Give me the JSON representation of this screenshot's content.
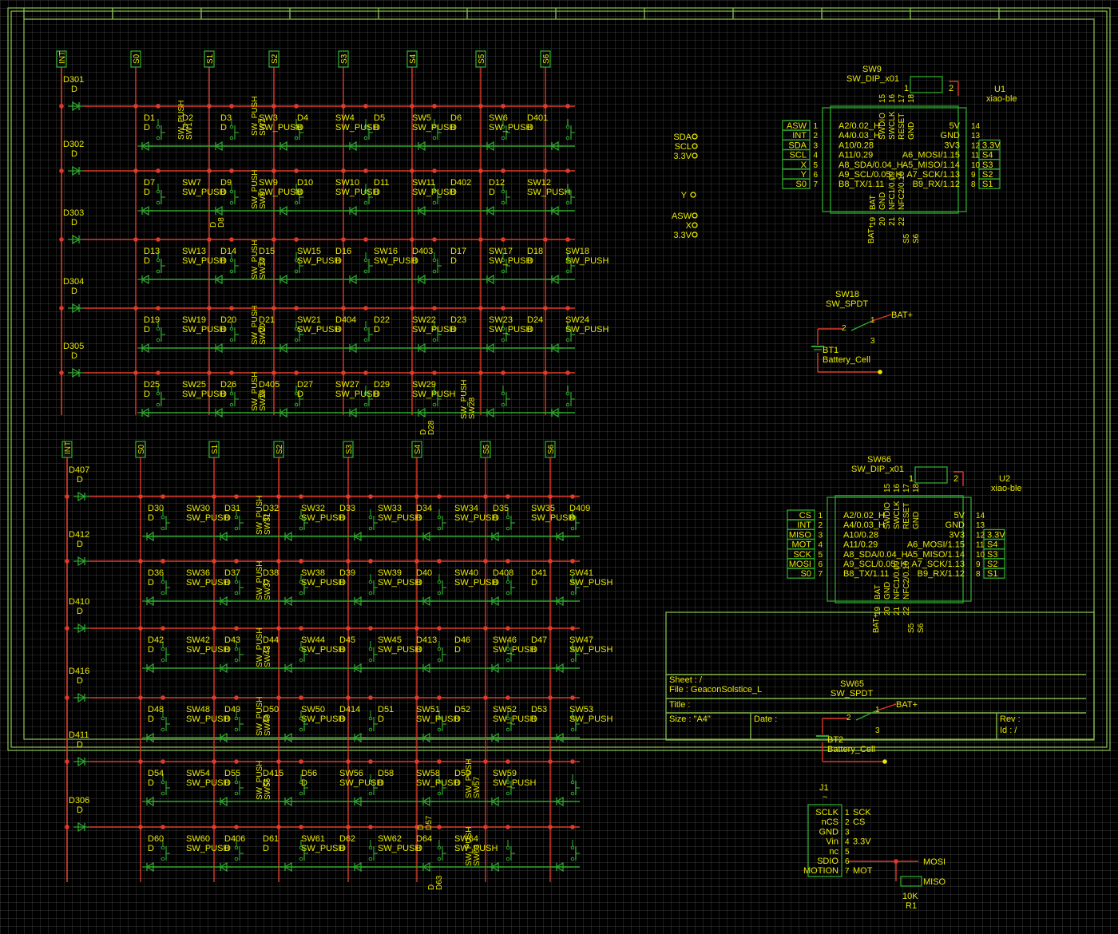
{
  "colors": {
    "background": "#000000",
    "grid": "#3a3a3a",
    "frame": "#84b84a",
    "wire": "#e03a2a",
    "component": "#2fa82f",
    "text": "#e8e800"
  },
  "matrix_top": {
    "row_label": "INT",
    "columns": [
      "S0",
      "S1",
      "S2",
      "S3",
      "S4",
      "S5",
      "S6"
    ],
    "row_diodes": [
      {
        "ref": "D301",
        "val": "D"
      },
      {
        "ref": "D302",
        "val": "D"
      },
      {
        "ref": "D303",
        "val": "D"
      },
      {
        "ref": "D304",
        "val": "D"
      },
      {
        "ref": "D305",
        "val": "D"
      }
    ],
    "cells": [
      [
        "D1 D",
        "D2 D",
        "D3 D",
        "SW3 SW_PUSH",
        "D4 D",
        "SW4 SW_PUSH",
        "D5 D",
        "SW5 SW_PUSH",
        "D6 D",
        "SW6 SW_PUSH",
        "D401 D"
      ],
      [
        "D7 D",
        "SW7 SW_PUSH",
        "D9 D",
        "SW9 SW_PUSH",
        "D10 D",
        "SW10 SW_PUSH",
        "D11 D",
        "SW11 SW_PUSH",
        "D402 D",
        "D12 D",
        "SW12 SW_PUSH"
      ],
      [
        "D13 D",
        "SW13 SW_PUSH",
        "D14 D",
        "D15 D",
        "SW15 SW_PUSH",
        "D16 D",
        "SW16 SW_PUSH",
        "D403 D",
        "D17 D",
        "SW17 SW_PUSH",
        "D18 D",
        "SW18 SW_PUSH"
      ],
      [
        "D19 D",
        "SW19 SW_PUSH",
        "D20 D",
        "D21 D",
        "SW21 SW_PUSH",
        "D404 D",
        "D22 D",
        "SW22 SW_PUSH",
        "D23 D",
        "SW23 SW_PUSH",
        "D24 D",
        "SW24 SW_PUSH"
      ],
      [
        "D25 D",
        "SW25 SW_PUSH",
        "D26 D",
        "D405 D",
        "D27 D",
        "SW27 SW_PUSH",
        "D29 D",
        "SW29 SW_PUSH"
      ]
    ],
    "vertical_labels": [
      "SW1 SW_PUSH",
      "SW2 SW_PUSH",
      "SW8 SW_PUSH",
      "SW14 SW_PUSH",
      "SW20 SW_PUSH",
      "SW26 SW_PUSH",
      "SW28 SW_PUSH",
      "D8 D",
      "D28 D"
    ]
  },
  "matrix_bottom": {
    "row_label": "INT",
    "columns": [
      "S0",
      "S1",
      "S2",
      "S3",
      "S4",
      "S5",
      "S6"
    ],
    "row_diodes": [
      {
        "ref": "D407",
        "val": "D"
      },
      {
        "ref": "D412",
        "val": "D"
      },
      {
        "ref": "D410",
        "val": "D"
      },
      {
        "ref": "D416",
        "val": "D"
      },
      {
        "ref": "D411",
        "val": "D"
      },
      {
        "ref": "D306",
        "val": "D"
      }
    ],
    "cells": [
      [
        "D30 D",
        "SW30 SW_PUSH",
        "D31 D",
        "D32 D",
        "SW32 SW_PUSH",
        "D33 D",
        "SW33 SW_PUSH",
        "D34 D",
        "SW34 SW_PUSH",
        "D35 D",
        "SW35 SW_PUSH",
        "D409 D"
      ],
      [
        "D36 D",
        "SW36 SW_PUSH",
        "D37 D",
        "D38 D",
        "SW38 SW_PUSH",
        "D39 D",
        "SW39 SW_PUSH",
        "D40 D",
        "SW40 SW_PUSH",
        "D408 D",
        "D41 D",
        "SW41 SW_PUSH"
      ],
      [
        "D42 D",
        "SW42 SW_PUSH",
        "D43 D",
        "D44 D",
        "SW44 SW_PUSH",
        "D45 D",
        "SW45 SW_PUSH",
        "D413 D",
        "D46 D",
        "SW46 SW_PUSH",
        "D47 D",
        "SW47 SW_PUSH"
      ],
      [
        "D48 D",
        "SW48 SW_PUSH",
        "D49 D",
        "D50 D",
        "SW50 SW_PUSH",
        "D414 D",
        "D51 D",
        "SW51 SW_PUSH",
        "D52 D",
        "SW52 SW_PUSH",
        "D53 D",
        "SW53 SW_PUSH"
      ],
      [
        "D54 D",
        "SW54 SW_PUSH",
        "D55 D",
        "D415 D",
        "D56 D",
        "SW56 SW_PUSH",
        "D58 D",
        "SW58 SW_PUSH",
        "D59 D",
        "SW59 SW_PUSH"
      ],
      [
        "D60 D",
        "SW60 SW_PUSH",
        "D406 D",
        "D61 D",
        "SW61 SW_PUSH",
        "D62 D",
        "SW62 SW_PUSH",
        "D64 D",
        "SW64 SW_PUSH"
      ]
    ],
    "vertical_labels": [
      "SW31 SW_PUSH",
      "SW37 SW_PUSH",
      "SW43 SW_PUSH",
      "SW49 SW_PUSH",
      "SW55 SW_PUSH",
      "SW57 SW_PUSH",
      "SW63 SW_PUSH",
      "D57 D",
      "D63 D"
    ]
  },
  "net_labels_mid": {
    "group1": [
      "SDA",
      "SCL",
      "3.3V"
    ],
    "y": "Y",
    "group2": [
      "ASW",
      "X",
      "3.3V"
    ]
  },
  "u1": {
    "ref": "U1",
    "value": "xiao-ble",
    "sw_ref": "SW9",
    "sw_val": "SW_DIP_x01",
    "left_nets": [
      "ASW",
      "INT",
      "SDA",
      "SCL",
      "X",
      "Y",
      "S0"
    ],
    "left_pins": [
      "A2/0.02_H",
      "A4/0.03_H",
      "A10/0.28",
      "A11/0.29",
      "A8_SDA/0.04_H",
      "A9_SCL/0.05_H",
      "B8_TX/1.11"
    ],
    "right_pins": [
      "5V",
      "GND",
      "3V3",
      "A6_MOSI/1.15",
      "A5_MISO/1.14",
      "A7_SCK/1.13",
      "B9_RX/1.12"
    ],
    "right_nets": [
      "",
      "",
      "3.3V",
      "S4",
      "S3",
      "S2",
      "S1"
    ],
    "top_pins": [
      "SWDIO",
      "SWCLK",
      "RESET",
      "GND"
    ],
    "bottom_pins": [
      "BAT",
      "GND",
      "NFC1/0.09",
      "NFC2/0.10"
    ],
    "bottom_nets": [
      "BAT+",
      "S5",
      "S6"
    ]
  },
  "u2": {
    "ref": "U2",
    "value": "xiao-ble",
    "sw_ref": "SW66",
    "sw_val": "SW_DIP_x01",
    "left_nets": [
      "CS",
      "INT",
      "MISO",
      "MOT",
      "SCK",
      "MOSI",
      "S0"
    ],
    "left_pins": [
      "A2/0.02_H",
      "A4/0.03_H",
      "A10/0.28",
      "A11/0.29",
      "A8_SDA/0.04_H",
      "A9_SCL/0.05_H",
      "B8_TX/1.11"
    ],
    "right_pins": [
      "5V",
      "GND",
      "3V3",
      "A6_MOSI/1.15",
      "A5_MISO/1.14",
      "A7_SCK/1.13",
      "B9_RX/1.12"
    ],
    "right_nets": [
      "",
      "",
      "3.3V",
      "S4",
      "S3",
      "S2",
      "S1"
    ],
    "top_pins": [
      "SWDIO",
      "SWCLK",
      "RESET",
      "GND"
    ],
    "bottom_pins": [
      "BAT",
      "GND",
      "NFC1/0.09",
      "NFC2/0.10"
    ],
    "bottom_nets": [
      "BAT+",
      "S5",
      "S6"
    ]
  },
  "power1": {
    "sw_ref": "SW18",
    "sw_val": "SW_SPDT",
    "net": "BAT+",
    "bt_ref": "BT1",
    "bt_val": "Battery_Cell"
  },
  "power2": {
    "sw_ref": "SW65",
    "sw_val": "SW_SPDT",
    "net": "BAT+",
    "bt_ref": "BT2",
    "bt_val": "Battery_Cell"
  },
  "title_block": {
    "sheet": "Sheet : /",
    "file": "File : GeaconSolstice_L",
    "title": "Title :",
    "size": "Size : \"A4\"",
    "date": "Date :",
    "rev": "Rev :",
    "id": "Id : /"
  },
  "j1": {
    "ref": "J1",
    "val": "~",
    "pins": [
      "SCLK",
      "nCS",
      "GND",
      "Vin",
      "nc",
      "SDIO",
      "MOTION"
    ],
    "nets": [
      "SCK",
      "CS",
      "",
      "3.3V",
      "",
      "",
      "MOT"
    ],
    "mosi": "MOSI",
    "miso": "MISO",
    "r_val": "10K",
    "r_ref": "R1"
  }
}
